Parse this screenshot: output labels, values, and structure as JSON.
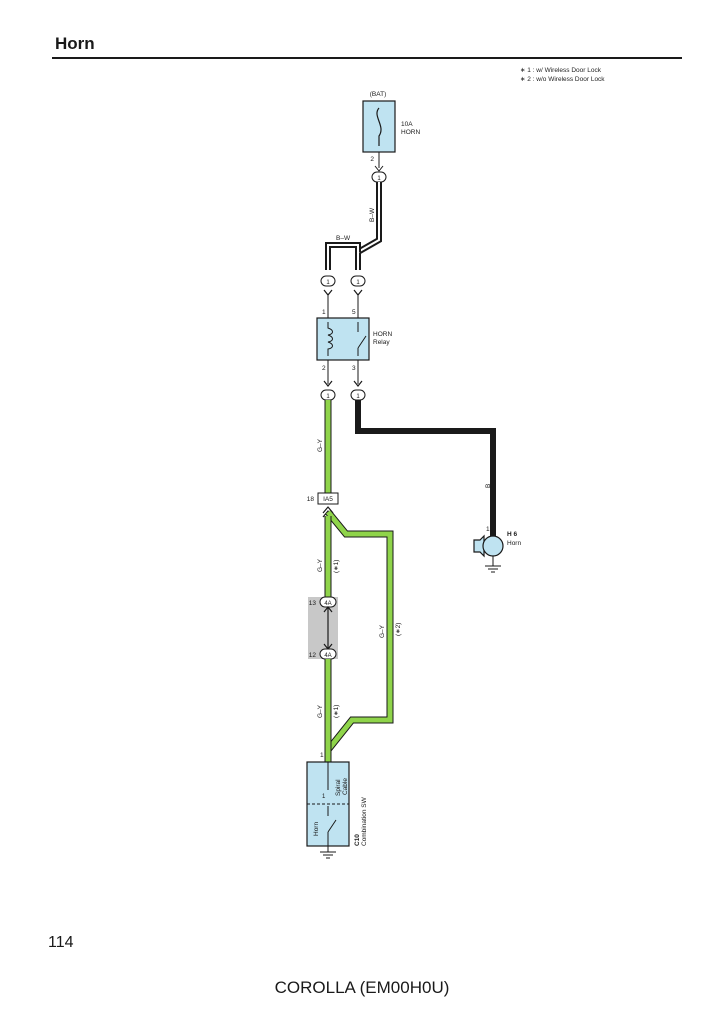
{
  "header": {
    "title": "Horn"
  },
  "notes": [
    "∗ 1 : w/ Wireless Door Lock",
    "∗ 2 : w/o Wireless Door Lock"
  ],
  "colors": {
    "component_fill": "#bfe3f1",
    "green_wire": "#8fd44a",
    "black_wire": "#1a1a1a",
    "connector_shade": "#c8c8c8"
  },
  "diagram": {
    "battery": {
      "label": "(BAT)"
    },
    "fuse": {
      "rating": "10A",
      "name": "HORN",
      "pin": "2"
    },
    "connector_label": "1",
    "wire_bw": "B–W",
    "wire_bw2": "B–W",
    "relay": {
      "name": "HORN",
      "sub": "Relay",
      "pin_1": "1",
      "pin_5": "5",
      "pin_2": "2",
      "pin_3": "3"
    },
    "wire_gy": "G–Y",
    "wire_b": "B",
    "horn": {
      "code": "H 6",
      "name": "Horn",
      "pin": "1"
    },
    "ia5": {
      "pin": "18",
      "label": "IA5"
    },
    "variant_1": "(∗1)",
    "variant_2": "(∗2)",
    "conn_4a_top": {
      "pin": "13",
      "label": "4A"
    },
    "conn_4a_bottom": {
      "pin": "12",
      "label": "4A"
    },
    "combo_pin": "1",
    "spiral": {
      "line1": "Spiral",
      "line2": "Cable",
      "pin": "1"
    },
    "horn_switch": "Horn",
    "combo_switch": {
      "code": "C10",
      "name": "Combination SW"
    }
  },
  "footer": {
    "page_number": "114",
    "model": "COROLLA (EM00H0U)"
  }
}
